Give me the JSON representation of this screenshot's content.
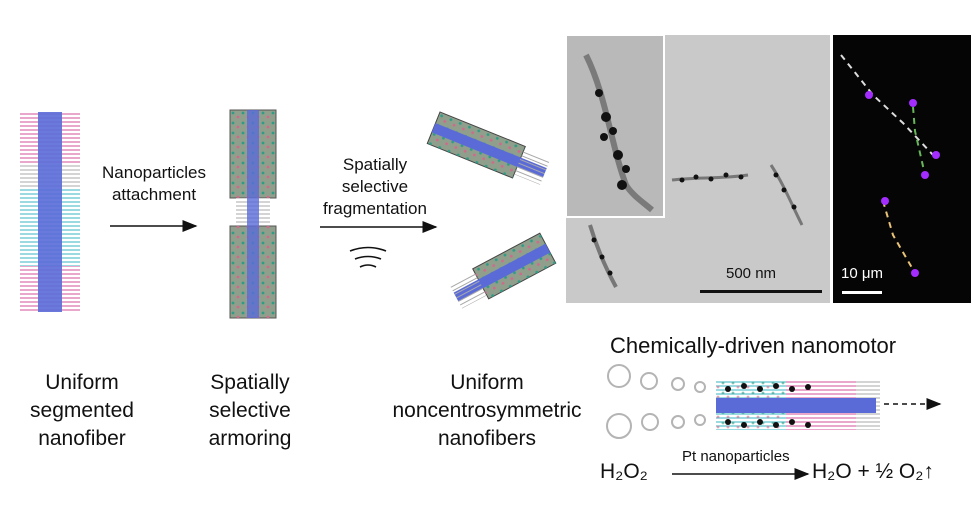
{
  "stages": {
    "stage1_label": [
      "Uniform",
      "segmented",
      "nanofiber"
    ],
    "stage2_label": [
      "Spatially",
      "selective",
      "armoring"
    ],
    "stage3_label": [
      "Uniform",
      "noncentrosymmetric",
      "nanofibers"
    ]
  },
  "steps": {
    "step1": [
      "Nanoparticles",
      "attachment"
    ],
    "step2": [
      "Spatially",
      "selective",
      "fragmentation"
    ]
  },
  "micrographs": {
    "tem_scale": "500 nm",
    "fluor_scale": "10 μm"
  },
  "nanomotor": {
    "title": "Chemically-driven nanomotor",
    "reactant": "H₂O₂",
    "catalyst": "Pt nanoparticles",
    "product": "H₂O + ½ O₂↑"
  },
  "colors": {
    "core_blue": "#5a6bd8",
    "pink_segment": "#d64f9a",
    "cyan_segment": "#35b6c0",
    "armor_gray": "#8f9f8c"
  }
}
